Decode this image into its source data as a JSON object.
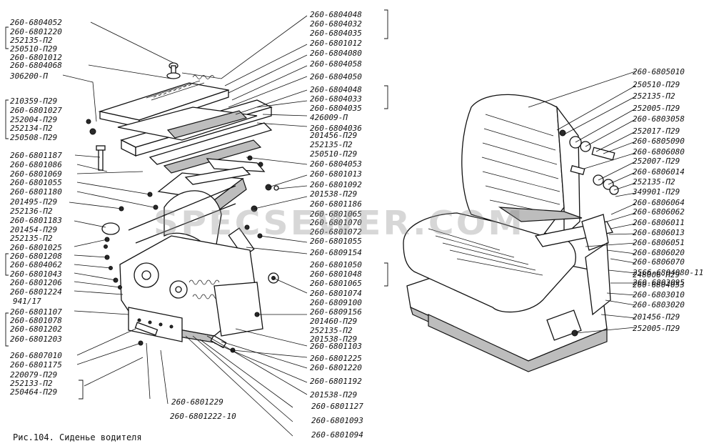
{
  "caption": "Рис.104. Сиденье водителя",
  "watermark": "SPECSEWER.COM",
  "labels_left": [
    "260-6804052",
    "260-6801220",
    "252135-П2",
    "250510-П29",
    "260-6801012",
    "260-6804068",
    "306200-П",
    "210359-П29",
    "260-6801027",
    "252004-П29",
    "252134-П2",
    "250508-П29",
    "260-6801187",
    "260-6801086",
    "260-6801069",
    "260-6801055",
    "260-6801180",
    "201495-П29",
    "252136-П2",
    "260-6801183",
    "201454-П29",
    "252135-П2",
    "260-6801025",
    "260-6801208",
    "260-6804062",
    "260-6801043",
    "260-6801206",
    "260-6801224",
    "941/17",
    "260-6801107",
    "260-6801078",
    "260-6801202",
    "260-6801203",
    "260-6807010",
    "260-6801175",
    "220079-П29",
    "252133-П2",
    "250464-П29"
  ],
  "labels_middle": [
    "260-6804048",
    "260-6804032",
    "260-6804035",
    "260-6801012",
    "260-6804080",
    "260-6804058",
    "260-6804050",
    "260-6804048",
    "260-6804033",
    "260-6804035",
    "426009-П",
    "260-6804036",
    "201456-П29",
    "252135-П2",
    "250510-П29",
    "260-6804053",
    "260-6801013",
    "260-6801092",
    "201538-П29",
    "260-6801186",
    "260-6801065",
    "260-6801070",
    "260-6801072",
    "260-6801055",
    "260-6809154",
    "260-6801050",
    "260-6801048",
    "260-6801065",
    "260-6801074",
    "260-6809100",
    "260-6809156",
    "201460-П29",
    "252135-П2",
    "201538-П29",
    "260-6801103",
    "260-6801225",
    "260-6801220",
    "260-6801192",
    "201538-П29",
    "260-6801127",
    "260-6801093",
    "260-6801094"
  ],
  "labels_bottom": [
    "260-6801229",
    "260-6801222-10"
  ],
  "labels_right": [
    "260-6805010",
    "250510-П29",
    "252135-П2",
    "252005-П29",
    "260-6803058",
    "252017-П29",
    "260-6805090",
    "260-6806080",
    "252007-П29",
    "260-6806014",
    "252135-П2",
    "349901-П29",
    "260-6806064",
    "260-6806062",
    "260-6806011",
    "260-6806013",
    "260-6806051",
    "260-6806020",
    "260-6806070",
    "256б-6804080-11",
    "260-6803095",
    "248006-П29",
    "260-6804053",
    "260-6803010",
    "260-6803020",
    "201456-П29",
    "252005-П29"
  ]
}
